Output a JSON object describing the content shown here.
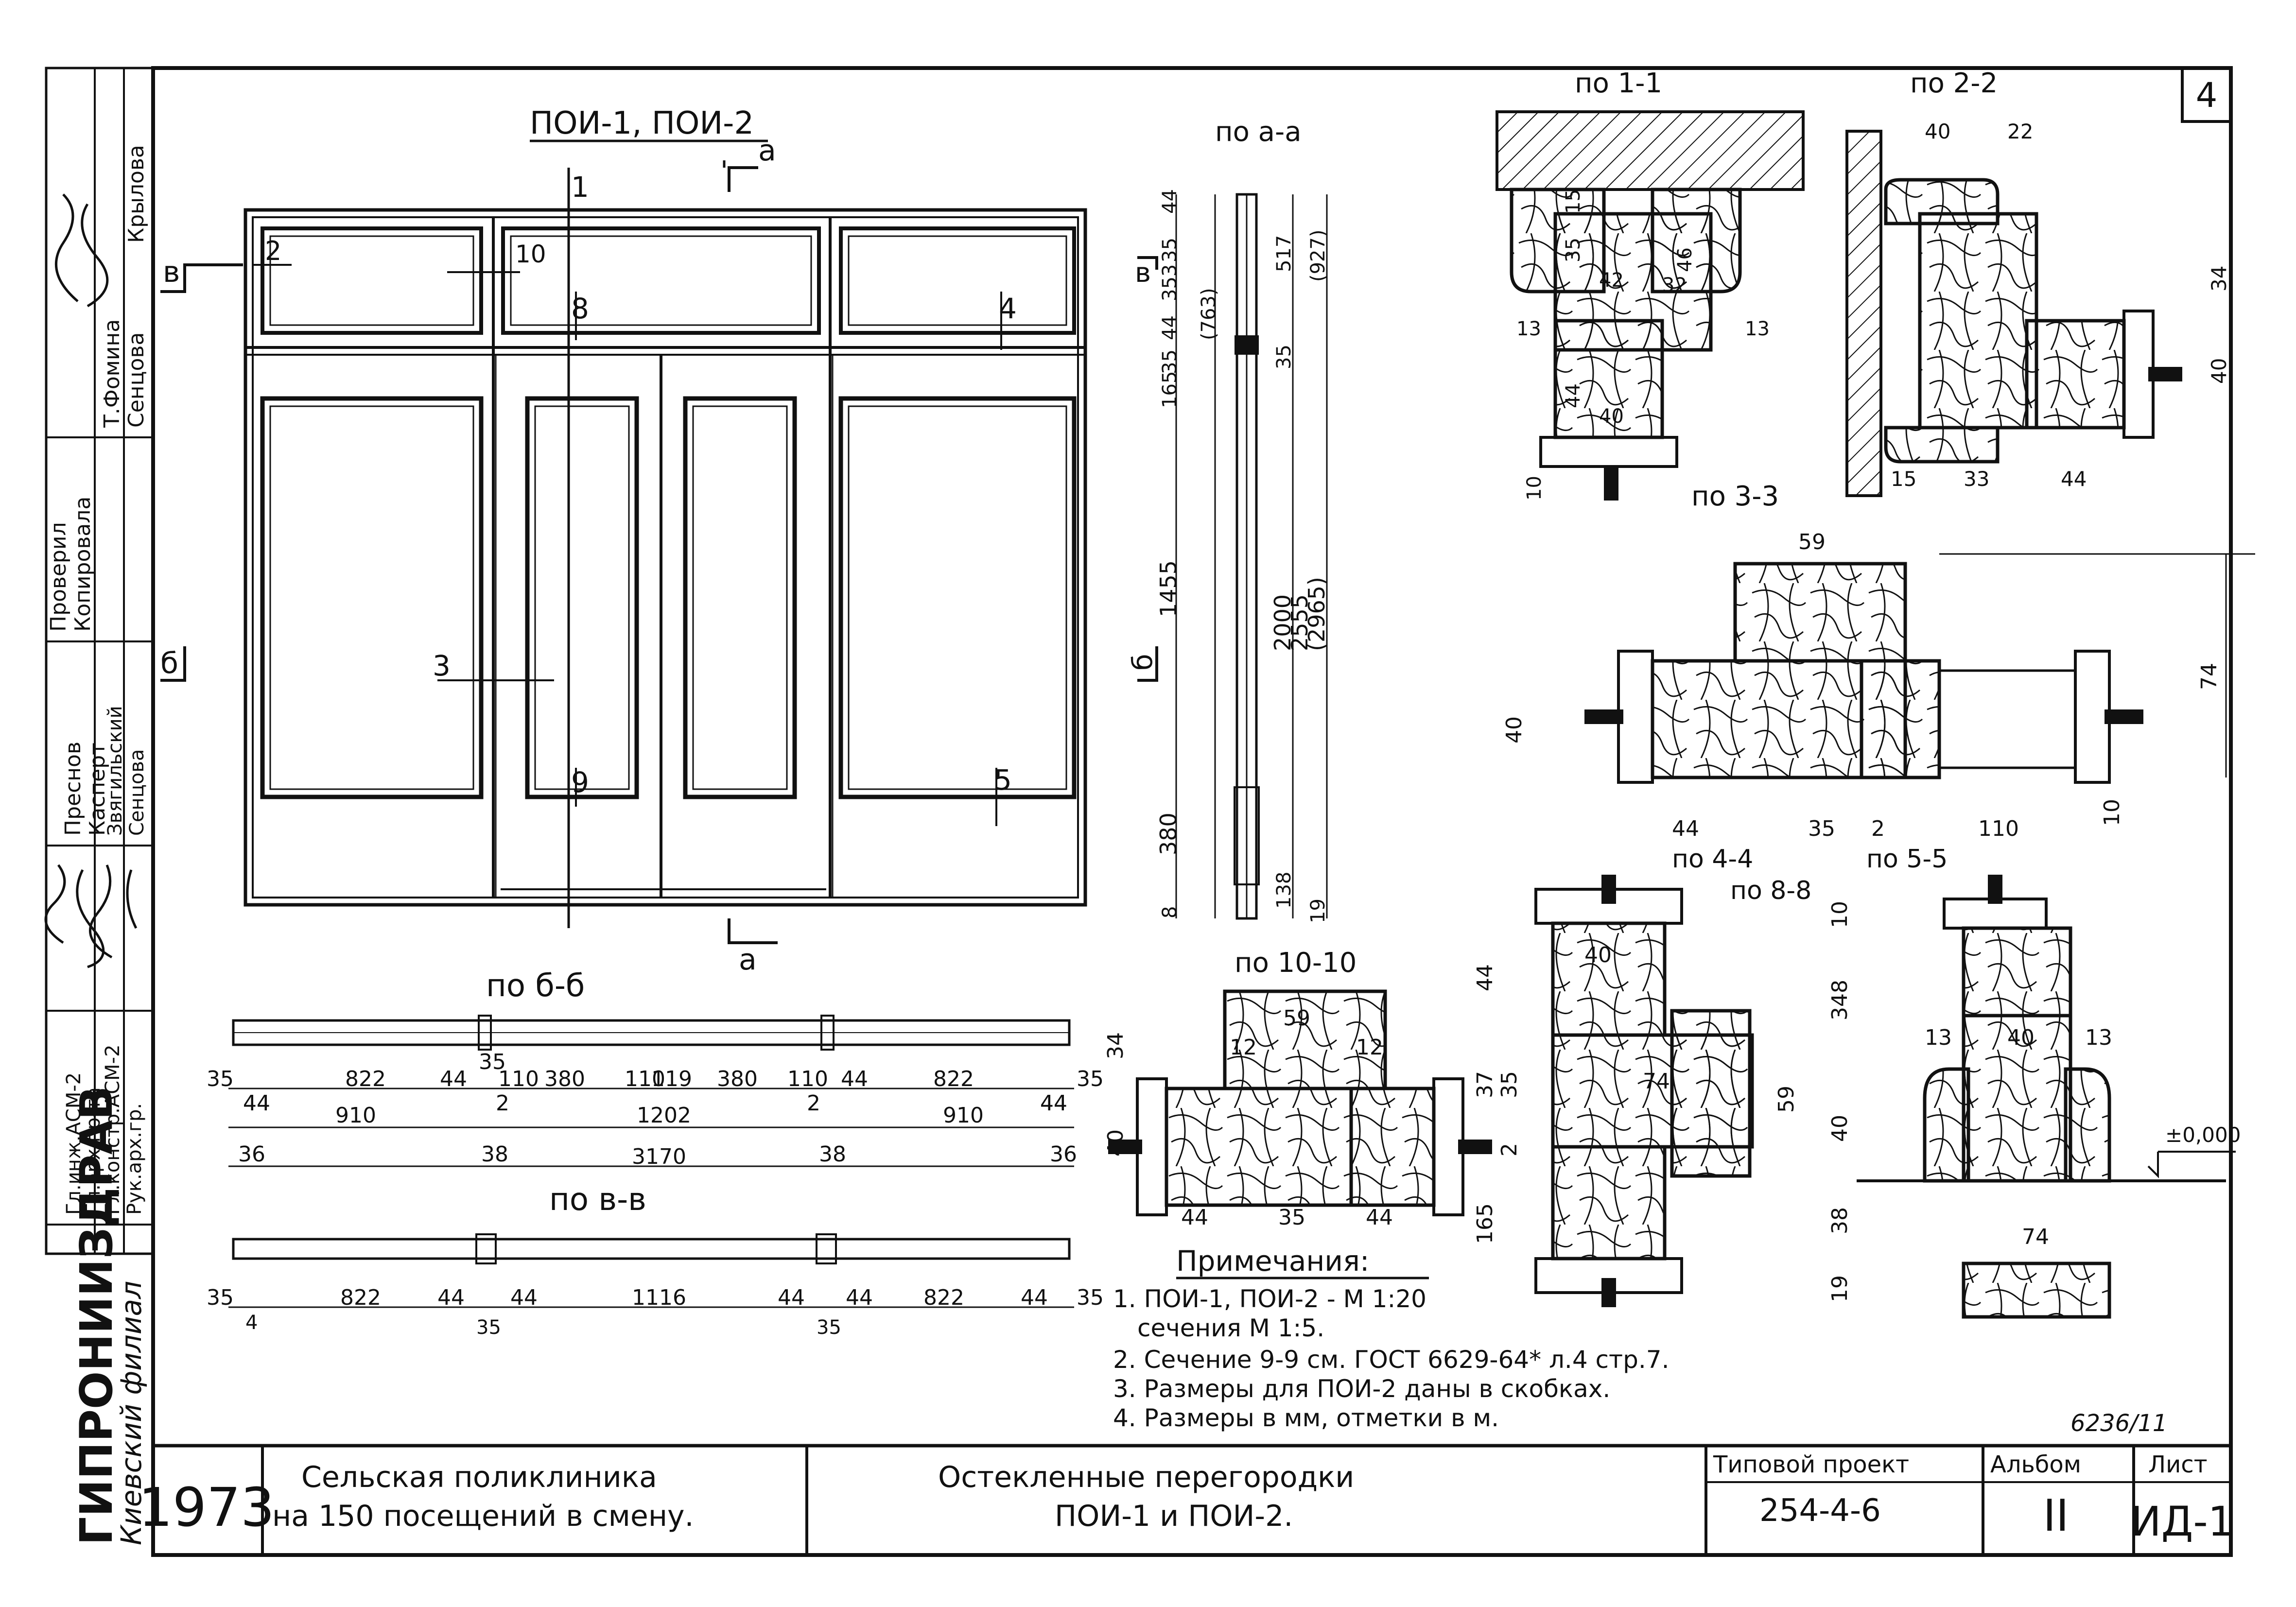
{
  "sheet": {
    "page_no": "4",
    "doc_code": "6236/11"
  },
  "elevation": {
    "title": "ПОИ-1, ПОИ-2",
    "cut_a": "а",
    "cut_v": "в",
    "cut_b": "б",
    "tags": [
      "1",
      "2",
      "10",
      "8",
      "4",
      "3",
      "9",
      "5"
    ]
  },
  "section_aa": {
    "title": "по а-а",
    "dims_left": [
      "44",
      "35",
      "353",
      "44",
      "35",
      "35",
      "165",
      "1455",
      "380",
      "8"
    ],
    "dims_mid": [
      "517",
      "(763)",
      "35",
      "2000",
      "138"
    ],
    "dims_right": [
      "(927)",
      "2555",
      "(2965)",
      "19"
    ],
    "cut_v": "в",
    "cut_b": "б"
  },
  "plan_bb": {
    "title": "по б-б",
    "row1": [
      "35",
      "44",
      "822",
      "44",
      "35",
      "110",
      "380",
      "110",
      "119",
      "380",
      "110",
      "44",
      "822",
      "44",
      "35"
    ],
    "row2": [
      "44",
      "910",
      "2",
      "1202",
      "2",
      "910",
      "44"
    ],
    "row3": [
      "36",
      "38",
      "3170",
      "38",
      "36"
    ]
  },
  "plan_vv": {
    "title": "по в-в",
    "row1": [
      "35",
      "822",
      "44",
      "44",
      "1116",
      "44",
      "44",
      "822",
      "44",
      "35"
    ],
    "row2": [
      "4",
      "35",
      "35"
    ]
  },
  "section_11": {
    "title": "по 1-1",
    "dims": [
      "15",
      "35",
      "42",
      "32",
      "46",
      "13",
      "13",
      "44",
      "40",
      "10"
    ]
  },
  "section_22": {
    "title": "по 2-2",
    "dims": [
      "40",
      "22",
      "34",
      "40",
      "15",
      "33",
      "44"
    ]
  },
  "section_33": {
    "title": "по 3-3",
    "dims": [
      "59",
      "74",
      "40",
      "44",
      "35",
      "2",
      "110",
      "10"
    ]
  },
  "section_44": {
    "title": "по 4-4"
  },
  "section_88": {
    "title": "по 8-8",
    "dims": [
      "44",
      "40",
      "74",
      "37",
      "35",
      "59",
      "2",
      "165"
    ]
  },
  "section_55": {
    "title": "по 5-5",
    "dims": [
      "10",
      "348",
      "13",
      "40",
      "13",
      "40",
      "38",
      "74",
      "19"
    ],
    "level": "±0,000"
  },
  "section_1010": {
    "title": "по 10-10",
    "dims": [
      "34",
      "59",
      "12",
      "12",
      "40",
      "44",
      "35",
      "44"
    ]
  },
  "notes": {
    "heading": "Примечания:",
    "items": [
      "1. ПОИ-1, ПОИ-2 - М 1:20",
      "сечения М 1:5.",
      "2. Сечение 9-9 см. ГОСТ 6629-64* л.4 стр.7.",
      "3. Размеры для ПОИ-2 даны в скобках.",
      "4. Размеры в мм, отметки в м."
    ]
  },
  "side_stamp": {
    "org": "ГИПРОНИИЗДРАВ",
    "branch": "Киевский филиал",
    "roles": [
      "Гл.инж.АСМ-2",
      "Гл.арх.пр-та",
      "Гл.констр.АСМ-2",
      "Рук.арх.гр.",
      "Проверил",
      "Копировала"
    ],
    "names": [
      "Преснов",
      "Касперт",
      "Звягильский",
      "Сенцова",
      "Т.Фомина",
      "Сенцова"
    ],
    "extra": "Крылова"
  },
  "title_block": {
    "year": "1973",
    "object_line1": "Сельская поликлиника",
    "object_line2": "на 150 посещений в смену.",
    "drawing_line1": "Остекленные перегородки",
    "drawing_line2": "ПОИ-1 и ПОИ-2.",
    "project_label": "Типовой проект",
    "project_value": "254-4-6",
    "album_label": "Альбом",
    "album_value": "II",
    "sheet_label": "Лист",
    "sheet_value": "ИД-1"
  }
}
